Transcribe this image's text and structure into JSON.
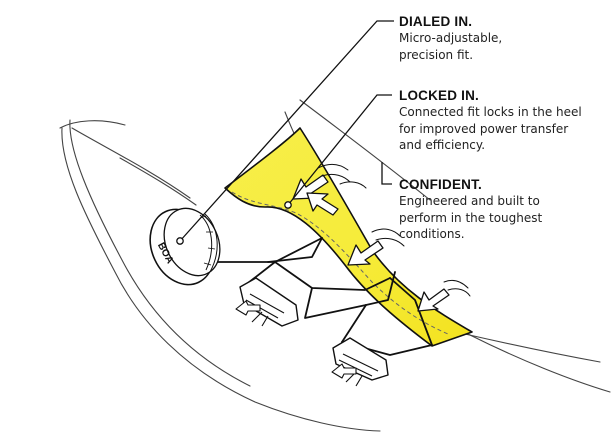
{
  "callouts": [
    {
      "title": "DIALED IN.",
      "description": "Micro-adjustable, precision fit."
    },
    {
      "title": "LOCKED IN.",
      "description": "Connected fit locks in the heel for improved power transfer and efficiency."
    },
    {
      "title": "CONFIDENT.",
      "description": "Engineered and built to perform in the toughest conditions."
    }
  ],
  "dial": {
    "brand": "BOA"
  },
  "colors": {
    "highlight": "#f6ec3a",
    "line": "#111111",
    "shoe_line": "#444444"
  }
}
